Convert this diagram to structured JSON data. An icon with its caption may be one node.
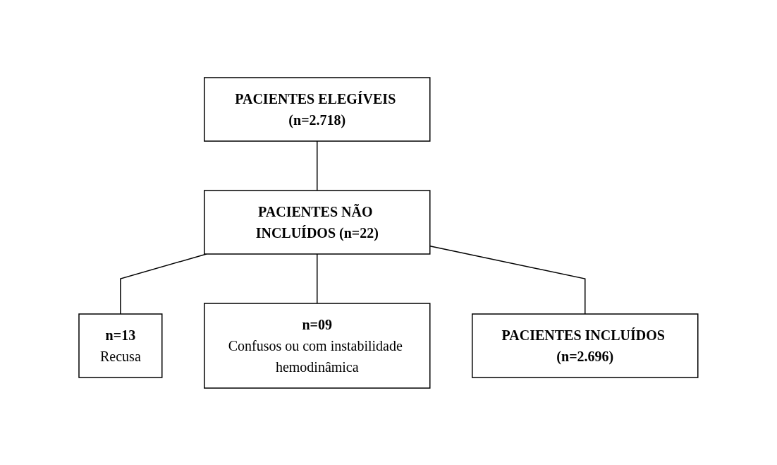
{
  "diagram": {
    "nodes": [
      {
        "text": [
          "PACIENTES ELEGÍVEIS (n=2.718)"
        ]
      },
      {
        "text": [
          "PACIENTES NÃO INCLUÍDOS (n=22)"
        ]
      },
      {
        "text": [
          "n=13",
          "Recusa"
        ]
      },
      {
        "text": [
          "n=09",
          "Confusos ou com instabilidade hemodinâmica"
        ]
      },
      {
        "text": [
          "PACIENTES INCLUÍDOS (n=2.696)"
        ]
      }
    ],
    "edges": [
      {
        "from": 0,
        "to": 1,
        "arrow": "none"
      },
      {
        "from": 1,
        "to": 2,
        "arrow": "none"
      },
      {
        "from": 1,
        "to": 3,
        "arrow": "none"
      },
      {
        "from": 1,
        "to": 4,
        "arrow": "none"
      }
    ]
  }
}
